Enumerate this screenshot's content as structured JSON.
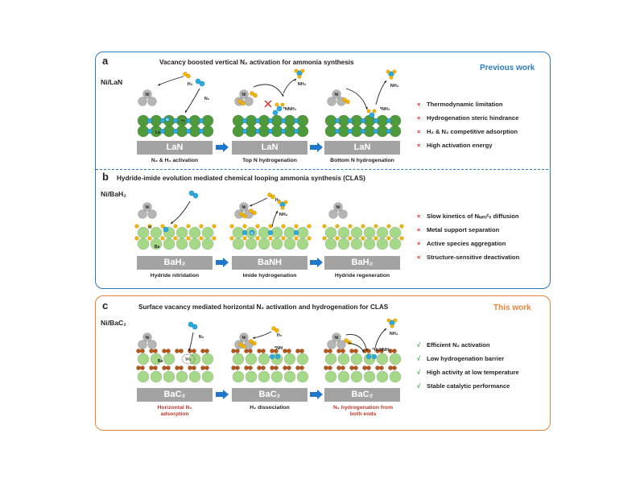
{
  "panel_a": {
    "letter": "a",
    "title": "Vacancy boosted vertical N₂ activation for ammonia synthesis",
    "catalyst": "Ni/LaN",
    "tag": "Previous work",
    "substrate": "LaN",
    "captions": [
      "N₂ & H₂ activation",
      "Top N hydrogenation",
      "Bottom N hydrogenation"
    ],
    "atom_labels": {
      "ni": "Ni",
      "la": "La",
      "n": "N",
      "vn": "Vₙ",
      "h2": "H₂",
      "n2": "N₂",
      "nnh4": "*NNH₄",
      "nh2": "*NH₂",
      "nh3": "NH₃"
    },
    "bullets": [
      "Thermodynamic limitation",
      "Hydrogenation steric hindrance",
      "H₂ & N₂ competitive adsorption",
      "High activation energy"
    ]
  },
  "panel_b": {
    "letter": "b",
    "title": "Hydride-imide evolution mediated chemical looping ammonia synthesis (CLAS)",
    "catalyst": "Ni/BaH₂",
    "substrates": [
      "BaH₂",
      "BaNH",
      "BaH₂"
    ],
    "captions": [
      "Hydride nitridation",
      "Imide hydrogenation",
      "Hydride regeneration"
    ],
    "atom_labels": {
      "ni": "Ni",
      "h": "H",
      "ba": "Ba",
      "n": "N",
      "h2": "H₂",
      "nh3": "NH₃"
    },
    "bullets": [
      "Slow kinetics of Nₗₐₜₜᵢᶜₑ diffusion",
      "Metal support separation",
      "Active species aggregation",
      "Structure-sensitive deactivation"
    ]
  },
  "panel_c": {
    "letter": "c",
    "title": "Surface vacancy mediated horizontal N₂ activation and hydrogenation for CLAS",
    "catalyst": "Ni/BaC₂",
    "tag": "This work",
    "substrate": "BaC₂",
    "captions": [
      "Horizontal N₂ adsorption",
      "H₂ dissociation",
      "N₂ hydrogenation from both ends"
    ],
    "atom_labels": {
      "ni": "Ni",
      "ba": "Ba",
      "vc2": "Vᶜ₂",
      "n2": "N₂",
      "h2": "H₂",
      "nn": "*NN",
      "h2nnh2": "*H₂NNH₂",
      "nh3": "NH₃"
    },
    "bullets": [
      "Efficient N₂ activation",
      "Low hydrogenation barrier",
      "High activity at low temperature",
      "Stable catalytic performance"
    ]
  },
  "marks": {
    "bad": "×",
    "good": "√"
  },
  "colors": {
    "blue_frame": "#2b7bc0",
    "orange_frame": "#e8833a",
    "substrate": "#a3a3a3",
    "nickel": "#b5b5b5",
    "la_dark_green": "#4f9a3a",
    "ba_light_green": "#a6d88a",
    "nitrogen": "#29a9e0",
    "hydrogen": "#f5b400",
    "carbon": "#b5571c",
    "cross": "#d62a2a",
    "check": "#2f9e44",
    "flow_arrow": "#1f77c9"
  },
  "icons": [
    "bullet-cross-icon",
    "bullet-check-icon",
    "process-arrow-icon",
    "ammonia-molecule-icon",
    "hydrogen-molecule-icon",
    "nitrogen-molecule-icon",
    "blocked-path-icon",
    "vacancy-icon"
  ]
}
